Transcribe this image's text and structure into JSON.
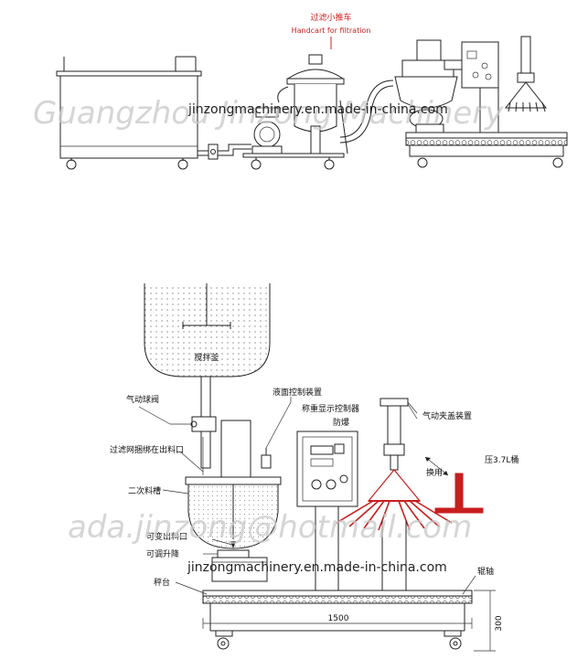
{
  "top_diagram": {
    "label_cn": "过滤小推车",
    "label_en": "Handcart for filtration"
  },
  "bottom_diagram": {
    "labels": {
      "mixer": "搅拌釜",
      "ball_valve": "气动球阀",
      "filter_mesh": "过滤网捆绑在出料口",
      "secondary_tank": "二次料槽",
      "variable_outlet": "可变出料口",
      "adjustable_lift": "可调升降",
      "scale_platform": "秤台",
      "level_control": "液面控制装置",
      "weight_controller": "称重显示控制器",
      "explosion_proof": "防爆",
      "pneumatic_clamp": "气动夹盖装置",
      "swap": "换用",
      "barrel": "压3.7L桶",
      "roller": "辊轴"
    },
    "dimensions": {
      "length": "1500",
      "height": "300"
    }
  },
  "watermarks": {
    "company_top": "Guangzhou Jinzong Machinery",
    "made_in_china_top": "jinzongmachinery.en.made-in-china.com",
    "email_bottom": "ada.jinzong@hotmail.com",
    "made_in_china_bottom": "jinzongmachinery.en.made-in-china.com"
  }
}
